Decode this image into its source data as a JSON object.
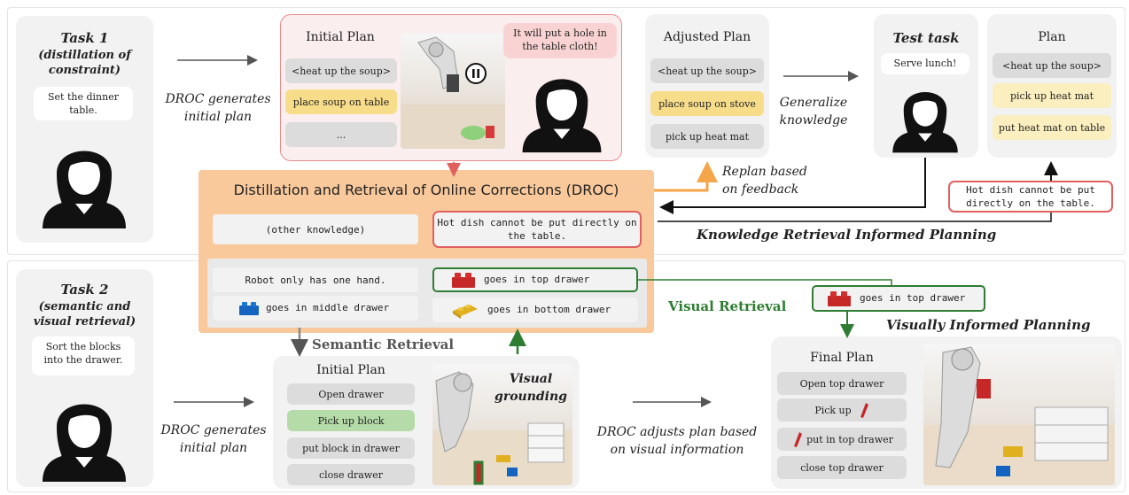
{
  "task1": {
    "title": "Task 1",
    "subtitle": "(distillation of constraint)",
    "speech": "Set the dinner table."
  },
  "task2": {
    "title": "Task 2",
    "subtitle": "(semantic and visual retrieval)",
    "speech": "Sort the blocks into the drawer."
  },
  "arrow_labels": {
    "droc_generates_top": "DROC generates initial plan",
    "generalize": "Generalize knowledge",
    "replan": "Replan based on feedback",
    "droc_generates_bottom": "DROC generates initial plan",
    "droc_adjusts": "DROC adjusts plan based on visual information",
    "semantic_retrieval": "Semantic Retrieval",
    "visual_retrieval": "Visual Retrieval",
    "visual_grounding": "Visual grounding",
    "knowledge_retrieval_planning": "Knowledge Retrieval Informed Planning",
    "visually_informed_planning": "Visually Informed Planning"
  },
  "initial_plan_top": {
    "title": "Initial Plan",
    "steps": [
      "<heat up the soup>",
      "place soup on table",
      "..."
    ],
    "pause_icon": "pause-icon",
    "speech": "It will put a hole in the table cloth!"
  },
  "adjusted_plan": {
    "title": "Adjusted Plan",
    "steps": [
      "<heat up the soup>",
      "place soup on stove",
      "pick up heat mat"
    ]
  },
  "test_task": {
    "title": "Test task",
    "speech": "Serve lunch!"
  },
  "plan_right": {
    "title": "Plan",
    "steps": [
      "<heat up the soup>",
      "pick up heat mat",
      "put heat mat on table"
    ]
  },
  "hot_dish_note": "Hot dish cannot be put directly on the table.",
  "droc": {
    "title": "Distillation and Retrieval of Online Corrections (DROC)",
    "other_knowledge": "(other knowledge)",
    "hot_dish": "Hot dish cannot be put directly on the table.",
    "robot_one_hand": "Robot only has one hand.",
    "top_drawer": "goes in top drawer",
    "middle_drawer": "goes in middle drawer",
    "bottom_drawer": "goes in bottom drawer"
  },
  "visual_retrieval_note": "goes in top drawer",
  "initial_plan_bottom": {
    "title": "Initial Plan",
    "steps": [
      "Open drawer",
      "Pick up block",
      "put block in drawer",
      "close drawer"
    ]
  },
  "final_plan": {
    "title": "Final Plan",
    "steps": [
      "Open top drawer",
      "Pick up",
      "put in top drawer",
      "close top drawer"
    ]
  },
  "colors": {
    "panel": "#f2f2f2",
    "droc_bg": "#f9c99b",
    "red_outline": "#e06060",
    "green_outline": "#2e7d32",
    "orange_arrow": "#f5a54a",
    "yellow_step": "#f7dc8a",
    "green_step": "#b5dca8",
    "red_block": "#c62828",
    "blue_block": "#1565c0",
    "yellow_block": "#e0b020"
  }
}
